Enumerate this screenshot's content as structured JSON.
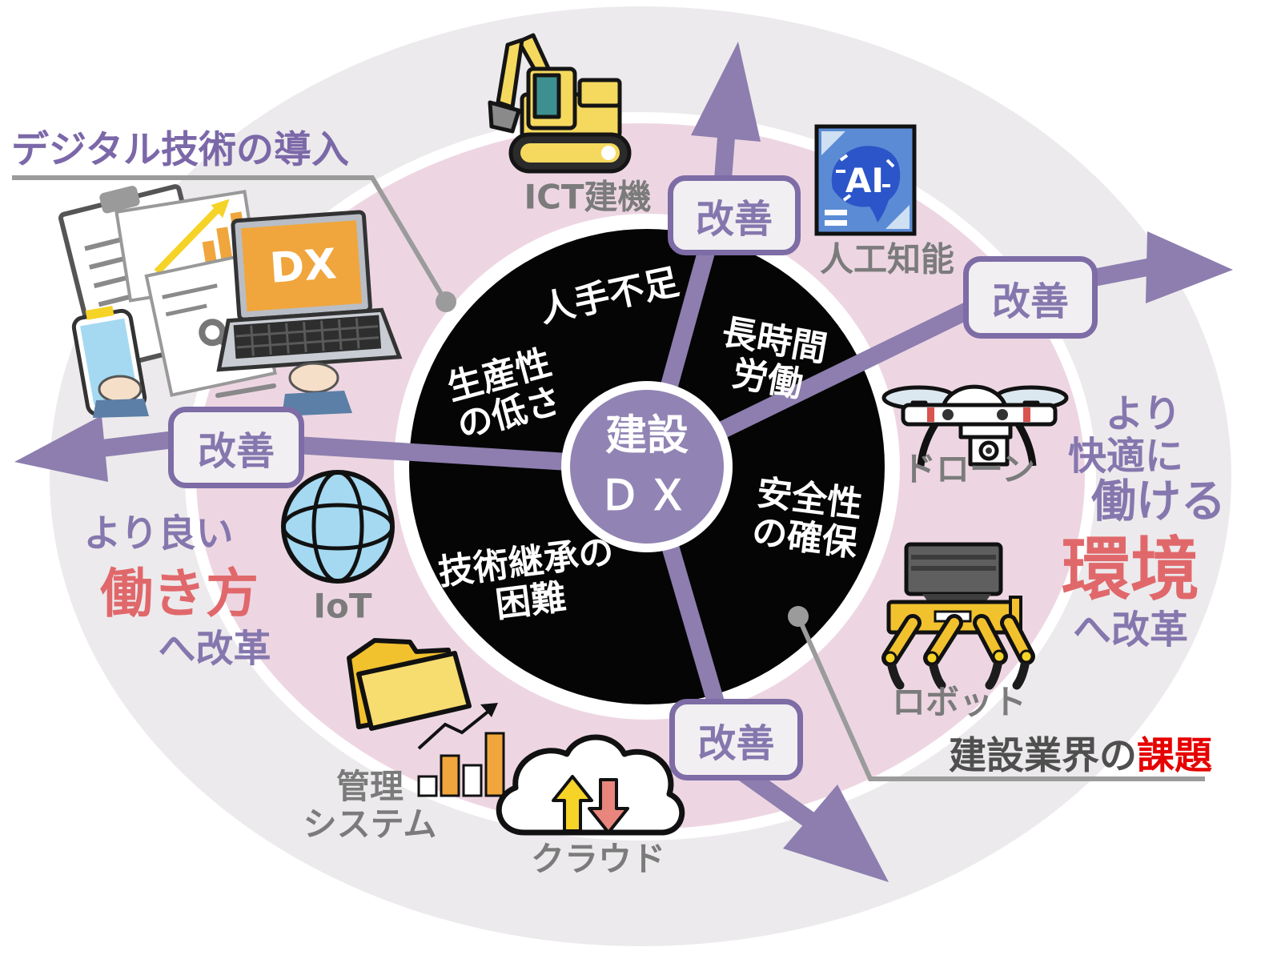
{
  "title_callout": {
    "text": "デジタル技術の導入"
  },
  "issues_callout": {
    "prefix": "建設業界の",
    "highlight": "課題"
  },
  "center_circle": {
    "line1": "建設",
    "line2": "ＤＸ"
  },
  "improve_badge": {
    "label": "改善"
  },
  "challenges": [
    {
      "lines": [
        "人手不足"
      ]
    },
    {
      "lines": [
        "長時間",
        "労働"
      ]
    },
    {
      "lines": [
        "安全性",
        "の確保"
      ]
    },
    {
      "lines": [
        "技術継承の",
        "困難"
      ]
    },
    {
      "lines": [
        "生産性",
        "の低さ"
      ]
    }
  ],
  "technologies": [
    {
      "lines": [
        "ICT建機"
      ]
    },
    {
      "lines": [
        "人工知能"
      ]
    },
    {
      "lines": [
        "ドローン"
      ]
    },
    {
      "lines": [
        "ロボット"
      ]
    },
    {
      "lines": [
        "クラウド"
      ]
    },
    {
      "lines": [
        "管理",
        "システム"
      ]
    },
    {
      "lines": [
        "IoT"
      ]
    }
  ],
  "goal_left": {
    "line1": "より良い",
    "line2": "働き方",
    "line3": "へ改革"
  },
  "goal_right": {
    "line1": "より",
    "line2": "快適に",
    "line3": "働ける",
    "line4": "環境",
    "line5": "へ改革"
  },
  "icon_texts": {
    "ai": "AI",
    "dx": "DX"
  },
  "colors": {
    "accent_purple": "#8d7eaf",
    "badge_border_purple": "#7d6ca5",
    "title_purple": "#7b68a8",
    "pink_ring": "#edd6e2",
    "outer_gray": "#eceaec",
    "black_ring": "#000000",
    "label_gray": "#7b7b7b",
    "highlight_red": "#e60000",
    "goal_red": "#e0686b",
    "center_purple": "#9184b4"
  }
}
